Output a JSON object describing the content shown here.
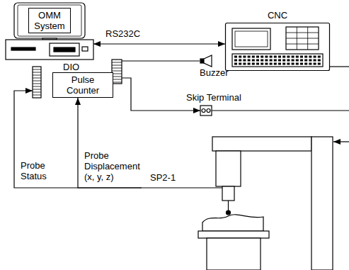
{
  "diagram": {
    "nodes": [
      {
        "text": [
          "OMM System"
        ]
      },
      {
        "text": [
          "CNC"
        ]
      },
      {
        "text": [
          "Pulse Counter"
        ]
      },
      {
        "text": [
          "Buzzer"
        ]
      },
      {
        "text": [
          "Skip Terminal"
        ]
      },
      {
        "text": [
          "SP2-1"
        ]
      }
    ],
    "edges": [
      {
        "from": 0,
        "to": 1,
        "arrow": "both",
        "label": "RS232C"
      },
      {
        "from": 2,
        "to": 3,
        "arrow": "none"
      },
      {
        "from": 2,
        "to": 4,
        "arrow": "to"
      },
      {
        "from": 5,
        "to": 2,
        "arrow": "to",
        "label": "Probe Status"
      },
      {
        "from": 5,
        "to": 2,
        "arrow": "to",
        "label": "Probe Displacement (x, y, z)"
      }
    ],
    "labels": [
      "DIO"
    ]
  }
}
